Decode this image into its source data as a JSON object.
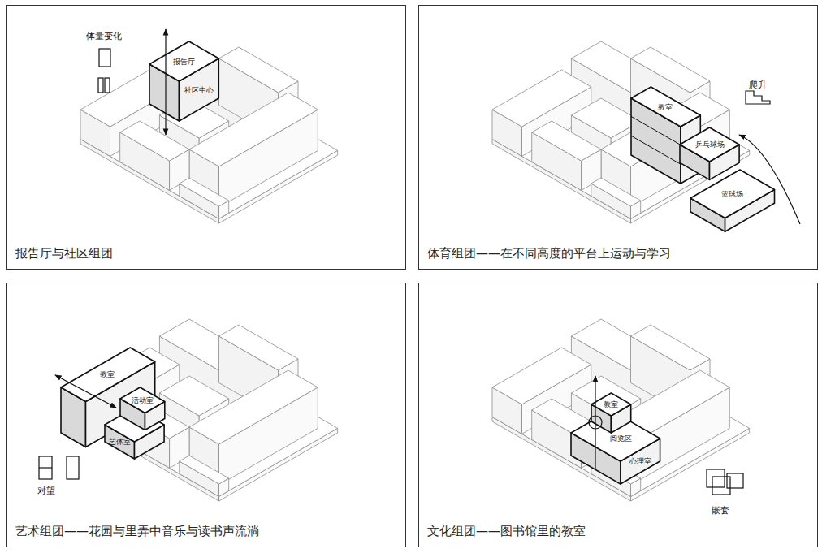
{
  "diagram": {
    "nodes": [
      {
        "text": [
          "报告厅与社区组团"
        ]
      },
      {
        "text": [
          "报告厅",
          "社区中心"
        ],
        "in": 0
      },
      {
        "text": [
          "体育组团——在不同高度的平台上运动与学习"
        ]
      },
      {
        "text": [
          "教室"
        ],
        "in": 2
      },
      {
        "text": [
          "乒乓球场"
        ],
        "in": 2
      },
      {
        "text": [
          "篮球场"
        ],
        "in": 2
      },
      {
        "text": [
          "艺术组团——花园与里弄中音乐与读书声流淌"
        ]
      },
      {
        "text": [
          "教室"
        ],
        "in": 6
      },
      {
        "text": [
          "活动室"
        ],
        "in": 6
      },
      {
        "text": [
          "艺体室"
        ],
        "in": 6
      },
      {
        "text": [
          "文化组团——图书馆里的教室"
        ]
      },
      {
        "text": [
          "教室"
        ],
        "in": 10
      },
      {
        "text": [
          "阅览区",
          "心理室"
        ],
        "in": 10
      }
    ],
    "labels": [
      "体量变化",
      "爬升",
      "对望",
      "嵌套"
    ]
  }
}
